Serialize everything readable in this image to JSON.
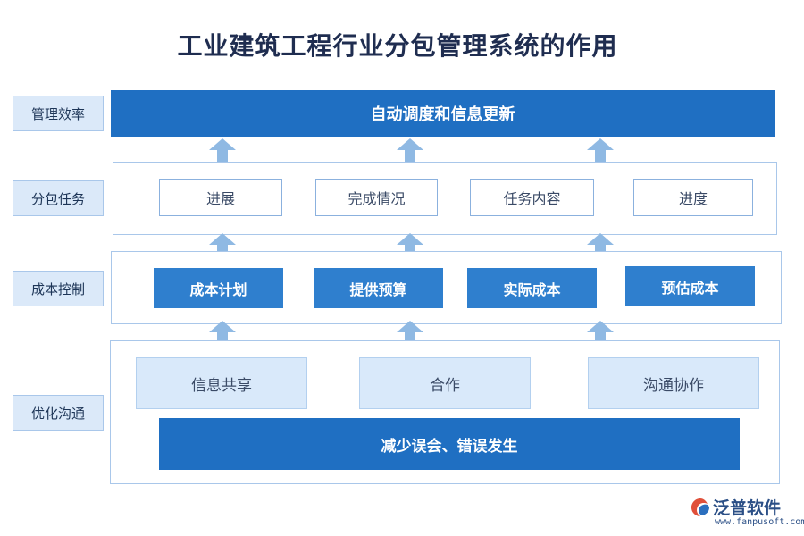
{
  "title": "工业建筑工程行业分包管理系统的作用",
  "rows": {
    "efficiency": {
      "label": "管理效率",
      "bar": "自动调度和信息更新"
    },
    "subcontract": {
      "label": "分包任务",
      "items": [
        "进展",
        "完成情况",
        "任务内容",
        "进度"
      ]
    },
    "cost": {
      "label": "成本控制",
      "items": [
        "成本计划",
        "提供预算",
        "实际成本",
        "预估成本"
      ]
    },
    "communication": {
      "label": "优化沟通",
      "items": [
        "信息共享",
        "合作",
        "沟通协作"
      ],
      "bar": "减少误会、错误发生"
    }
  },
  "logo": {
    "name": "泛普软件",
    "url": "www.fanpusoft.com"
  },
  "colors": {
    "primary": "#1f6fc2",
    "secondary": "#2f7fce",
    "light": "#d9e9fa",
    "arrow": "#8fb9e3"
  }
}
